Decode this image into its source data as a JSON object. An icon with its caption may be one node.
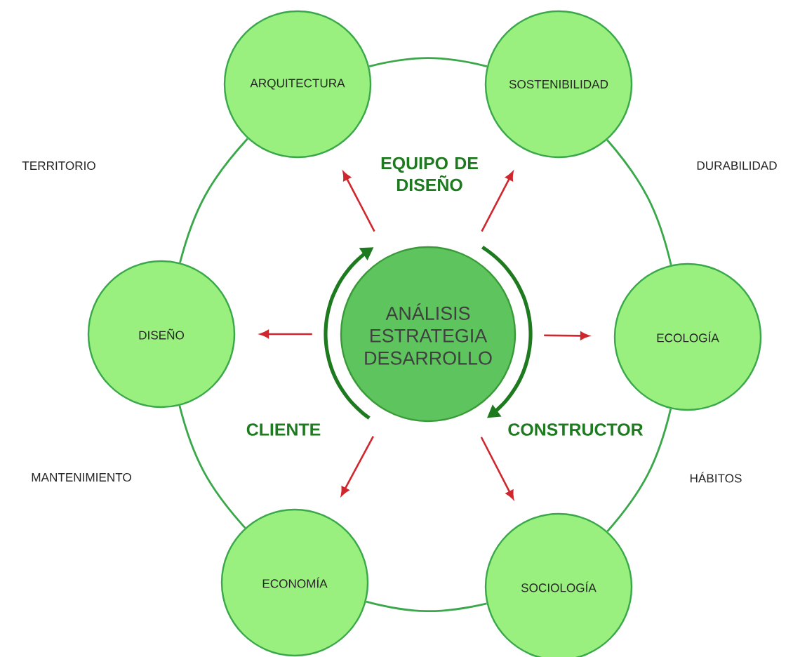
{
  "diagram": {
    "nodes": [
      {
        "text": [
          "ANÁLISIS ESTRATEGIA DESARROLLO"
        ]
      },
      {
        "text": [
          "ARQUITECTURA"
        ]
      },
      {
        "text": [
          "SOSTENIBILIDAD"
        ]
      },
      {
        "text": [
          "DISEÑO"
        ]
      },
      {
        "text": [
          "ECOLOGÍA"
        ]
      },
      {
        "text": [
          "ECONOMÍA"
        ]
      },
      {
        "text": [
          "SOCIOLOGÍA"
        ]
      }
    ],
    "edges": [
      {
        "from": 1,
        "to": 2,
        "arrow": "none"
      },
      {
        "from": 2,
        "to": 4,
        "arrow": "none"
      },
      {
        "from": 4,
        "to": 6,
        "arrow": "none"
      },
      {
        "from": 6,
        "to": 5,
        "arrow": "none"
      },
      {
        "from": 5,
        "to": 3,
        "arrow": "none"
      },
      {
        "from": 3,
        "to": 1,
        "arrow": "none"
      },
      {
        "from": 0,
        "to": 1,
        "arrow": "to",
        "color": "#d0262e"
      },
      {
        "from": 0,
        "to": 2,
        "arrow": "to",
        "color": "#d0262e"
      },
      {
        "from": 0,
        "to": 3,
        "arrow": "to",
        "color": "#d0262e"
      },
      {
        "from": 0,
        "to": 4,
        "arrow": "to",
        "color": "#d0262e"
      },
      {
        "from": 0,
        "to": 5,
        "arrow": "to",
        "color": "#d0262e"
      },
      {
        "from": 0,
        "to": 6,
        "arrow": "to",
        "color": "#d0262e"
      }
    ],
    "labels": [
      "TERRITORIO",
      "EQUIPO DE DISEÑO",
      "DURABILIDAD",
      "CLIENTE",
      "CONSTRUCTOR",
      "MANTENIMIENTO",
      "HÁBITOS"
    ]
  }
}
